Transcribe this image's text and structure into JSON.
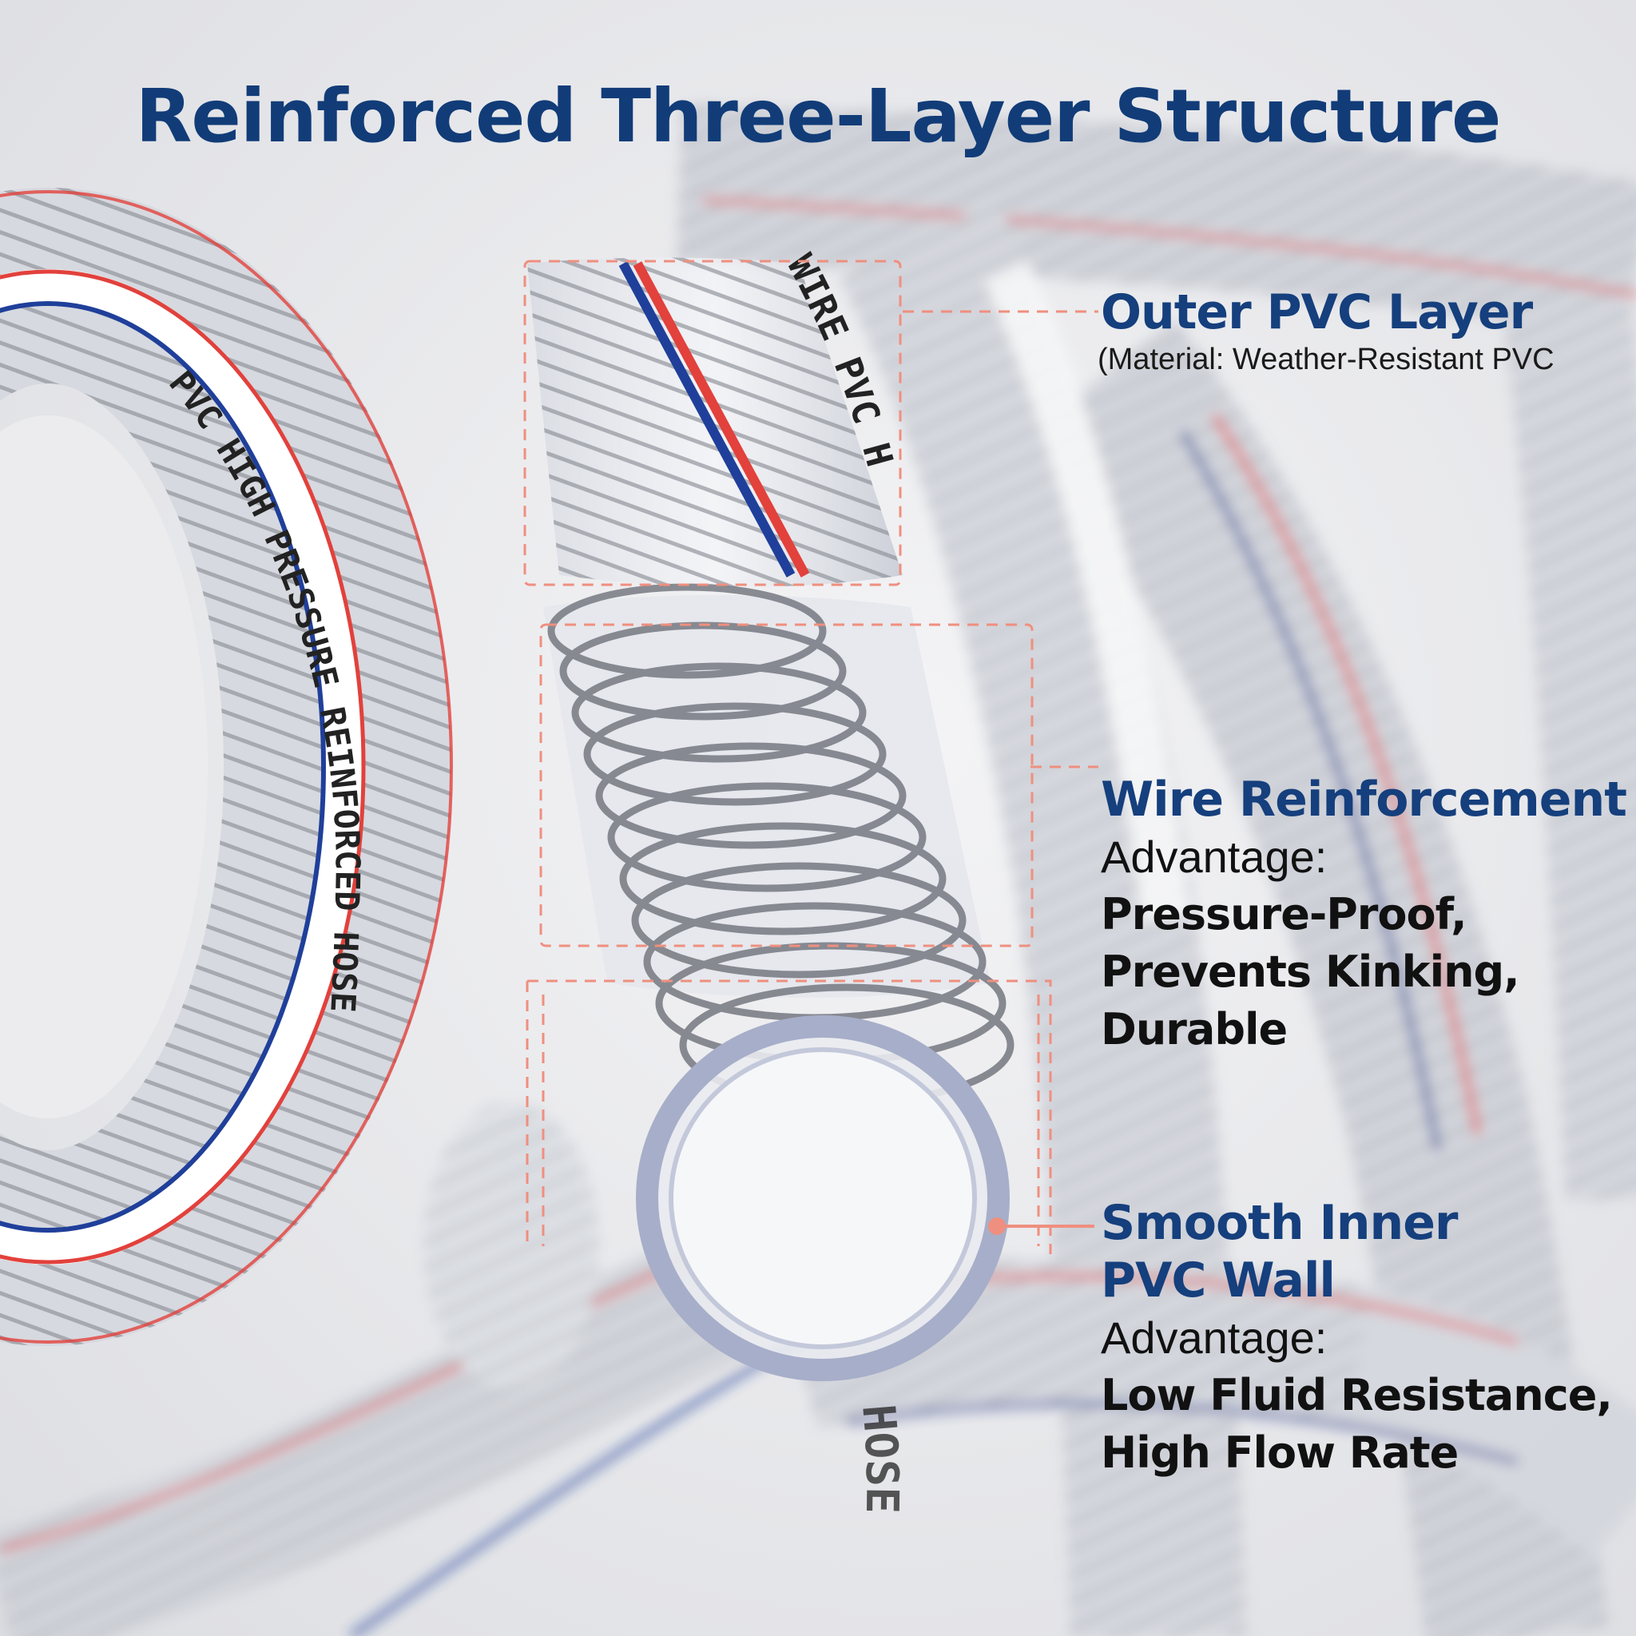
{
  "title": "Reinforced Three-Layer Structure",
  "hose_print": {
    "coil_text": "PVC HIGH PRESSURE REINFORCED HOSE",
    "segment_1": "WIRE PVC H",
    "segment_2": "HOSE"
  },
  "layers": {
    "outer": {
      "name": "Outer PVC Layer",
      "material": "(Material: Weather-Resistant PVC"
    },
    "wire": {
      "name": "Wire Reinforcement",
      "advantage_label": "Advantage:",
      "benefits": [
        "Pressure-Proof,",
        "Prevents Kinking,",
        "Durable"
      ]
    },
    "inner": {
      "name_line1": "Smooth Inner",
      "name_line2": "PVC Wall",
      "advantage_label": "Advantage:",
      "benefits": [
        "Low Fluid Resistance,",
        "High Flow Rate"
      ]
    }
  },
  "colors": {
    "title_blue": "#113c78",
    "stripe_red": "#e2413c",
    "stripe_blue": "#1f3f9a",
    "callout_salmon": "#ef8f7f",
    "wire_grey": "#8c8f96"
  }
}
